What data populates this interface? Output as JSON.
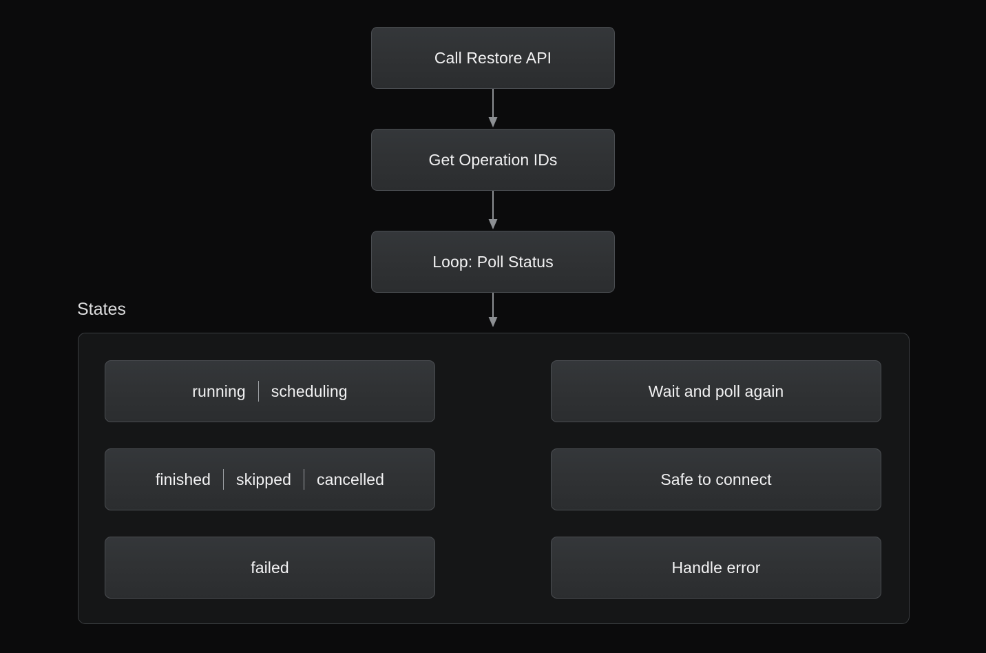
{
  "diagram": {
    "title_label": "States",
    "background_color": "#0b0b0c",
    "node_fill_top": "#34373a",
    "node_fill_bottom": "#2b2d2f",
    "node_border_color": "#4a4d51",
    "node_text_color": "#f2f2f3",
    "subgraph_fill": "#151617",
    "subgraph_border_color": "#3c3f42",
    "edge_color": "#8d9094",
    "dashed_edge_color": "#6f7276"
  },
  "flow": {
    "nodes": [
      {
        "id": "call-restore-api",
        "label": "Call Restore API"
      },
      {
        "id": "get-operation-ids",
        "label": "Get Operation IDs"
      },
      {
        "id": "loop-poll-status",
        "label": "Loop: Poll Status"
      }
    ],
    "edges": [
      {
        "from": "call-restore-api",
        "to": "get-operation-ids",
        "style": "solid",
        "arrow": "filled"
      },
      {
        "from": "get-operation-ids",
        "to": "loop-poll-status",
        "style": "solid",
        "arrow": "filled"
      },
      {
        "from": "loop-poll-status",
        "to": "states-group",
        "style": "solid",
        "arrow": "filled"
      }
    ]
  },
  "states_group": {
    "label": "States",
    "rows": [
      {
        "id": "row-running",
        "state": {
          "id": "state-running-scheduling",
          "tokens": [
            "running",
            "scheduling"
          ],
          "separator": "|"
        },
        "action": {
          "id": "action-wait-and-poll-again",
          "label": "Wait and poll again"
        },
        "edge": {
          "style": "dashed",
          "arrow": "open"
        }
      },
      {
        "id": "row-finished",
        "state": {
          "id": "state-finished-skipped-cancelled",
          "tokens": [
            "finished",
            "skipped",
            "cancelled"
          ],
          "separator": "|"
        },
        "action": {
          "id": "action-safe-to-connect",
          "label": "Safe to connect"
        },
        "edge": {
          "style": "dashed",
          "arrow": "open"
        }
      },
      {
        "id": "row-failed",
        "state": {
          "id": "state-failed",
          "tokens": [
            "failed"
          ],
          "separator": "|"
        },
        "action": {
          "id": "action-handle-error",
          "label": "Handle error"
        },
        "edge": {
          "style": "dashed",
          "arrow": "open"
        }
      }
    ]
  }
}
